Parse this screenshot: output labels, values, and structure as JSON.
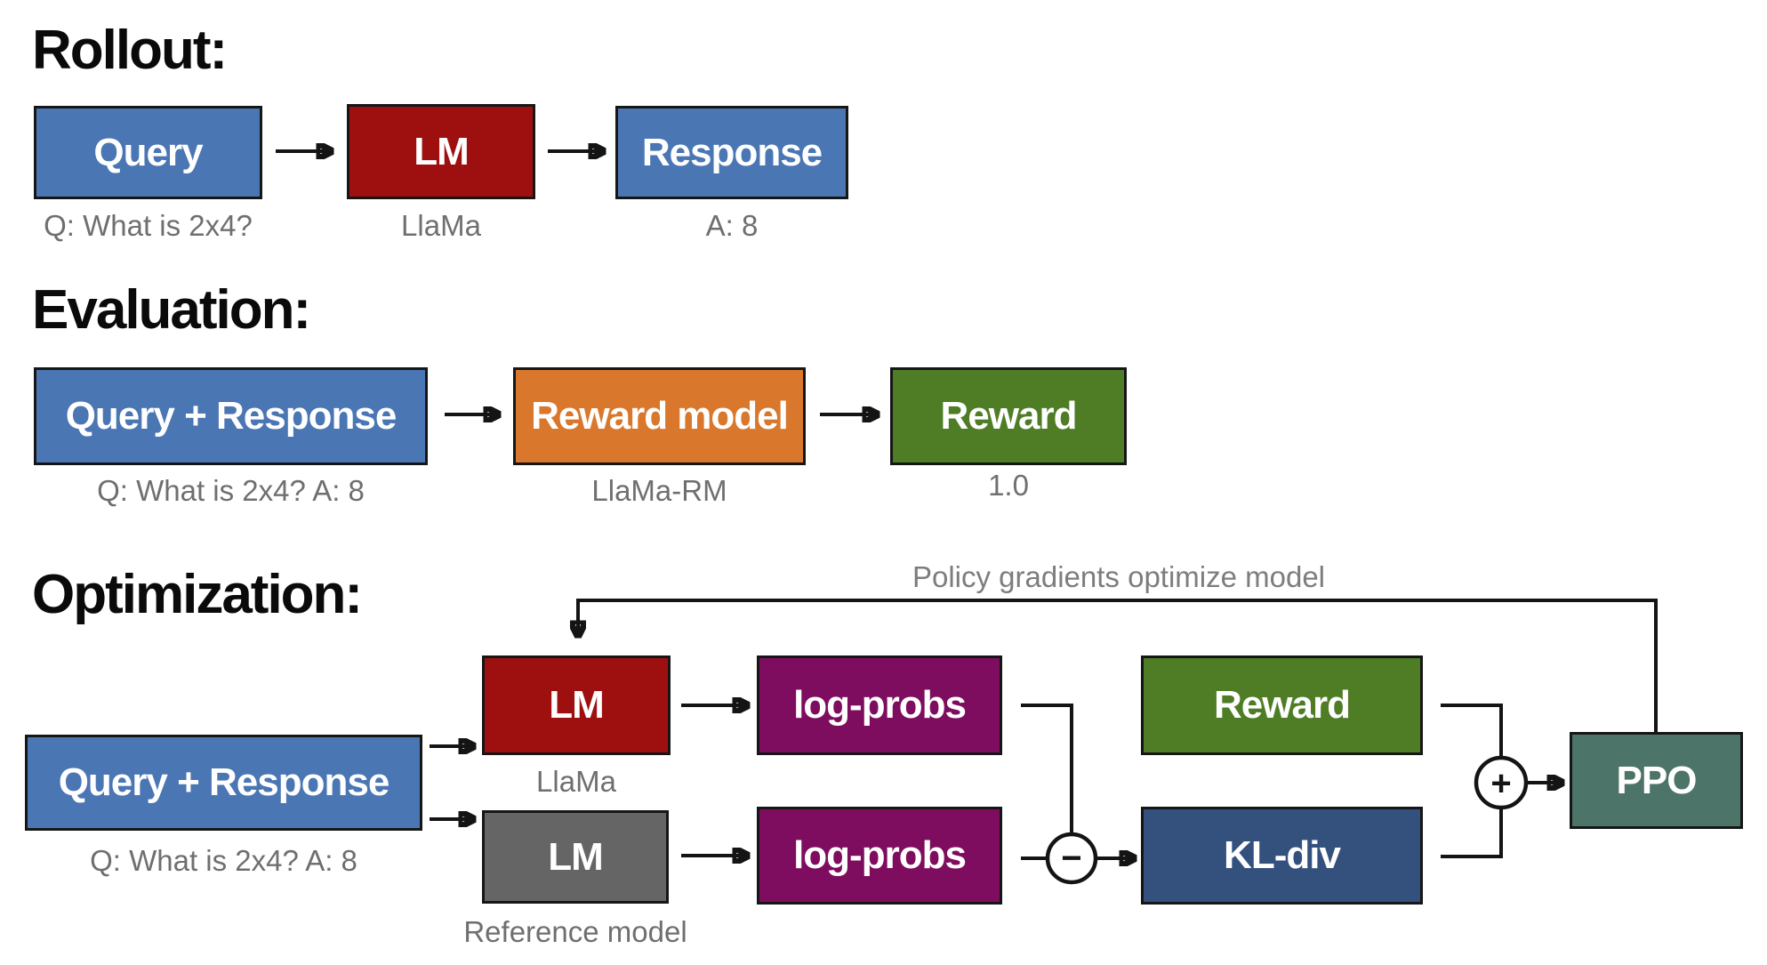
{
  "colors": {
    "box_blue": "#4a76b4",
    "box_dark_red": "#9e1010",
    "box_orange": "#d9782c",
    "box_green": "#4e7d26",
    "box_purple": "#7e0d60",
    "box_gray": "#656565",
    "box_navy": "#34517e",
    "box_teal": "#4d7468",
    "box_border": "#161616",
    "connector": "#141414",
    "caption_text": "#6f6f6f",
    "heading_text": "#0a0a0a"
  },
  "sections": {
    "rollout": {
      "heading": "Rollout:",
      "boxes": [
        {
          "label": "Query",
          "caption": "Q: What is 2x4?"
        },
        {
          "label": "LM",
          "caption": "LlaMa"
        },
        {
          "label": "Response",
          "caption": "A: 8"
        }
      ]
    },
    "evaluation": {
      "heading": "Evaluation:",
      "boxes": [
        {
          "label": "Query + Response",
          "caption": "Q: What is 2x4? A: 8"
        },
        {
          "label": "Reward model",
          "caption": "LlaMa-RM"
        },
        {
          "label": "Reward",
          "caption": "1.0"
        }
      ]
    },
    "optimization": {
      "heading": "Optimization:",
      "annotation": "Policy gradients optimize model",
      "query_response": {
        "label": "Query + Response",
        "caption": "Q: What is 2x4? A: 8"
      },
      "lm_policy": {
        "label": "LM",
        "caption": "LlaMa"
      },
      "lm_reference": {
        "label": "LM",
        "caption": "Reference model"
      },
      "logprobs_policy": {
        "label": "log-probs"
      },
      "logprobs_reference": {
        "label": "log-probs"
      },
      "reward": {
        "label": "Reward"
      },
      "kl_div": {
        "label": "KL-div"
      },
      "ppo": {
        "label": "PPO"
      },
      "minus_symbol": "−",
      "plus_symbol": "+"
    }
  }
}
